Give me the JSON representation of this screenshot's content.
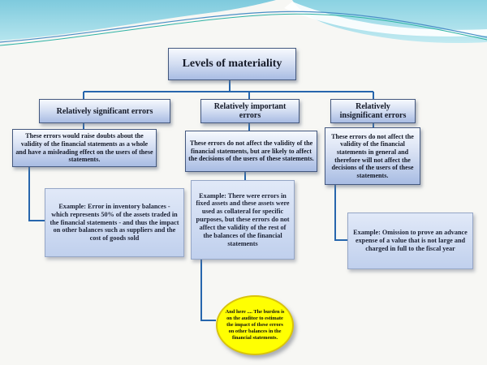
{
  "slide": {
    "title": "Levels of materiality"
  },
  "columns": [
    {
      "header": "Relatively significant errors",
      "description": "These errors would raise doubts about the validity of the financial statements as a whole and have a misleading effect on the users of these statements.",
      "example": "Example: Error in inventory balances - which represents 50% of the assets traded in the financial statements - and thus the impact on other balances such as suppliers and the cost of goods sold"
    },
    {
      "header": "Relatively important errors",
      "description": "These errors do not affect the validity of the financial statements, but are likely to affect the decisions of the users of these statements.",
      "example": "Example: There were errors in fixed assets and these assets were used as collateral for specific purposes, but these errors do not affect the validity of the rest of the balances of the financial statements"
    },
    {
      "header": "Relatively insignificant errors",
      "description": "These errors do not affect the validity of the financial statements in general and therefore will not affect the decisions of the users of these statements.",
      "example": "Example: Omission to prove an advance expense of a value that is not large and charged in full to the fiscal year"
    }
  ],
  "callout": {
    "text": "And here .... The burden is on the auditor to estimate the impact of these errors on other balances in the  financial  statements."
  },
  "colors": {
    "connector_blue": "#2766ad",
    "box_border_navy": "#44587e",
    "box_fill_top": "#f6f9fe",
    "box_fill_bottom": "#a8bce3",
    "example_border": "#95a6c6",
    "callout_yellow": "#ffff02",
    "callout_border": "#d9c30c",
    "wave_teal": "#8fd3e3",
    "background": "#f7f7f4"
  }
}
